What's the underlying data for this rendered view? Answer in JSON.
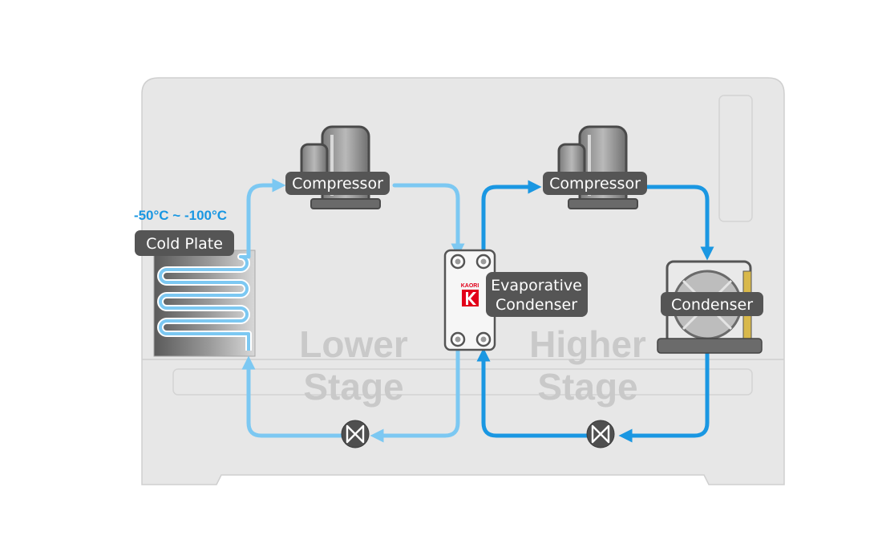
{
  "labels": {
    "compressor_low": "Compressor",
    "compressor_high": "Compressor",
    "cold_plate": "Cold Plate",
    "temperature": "-50°C ~ -100°C",
    "evap_line1": "Evaporative",
    "evap_line2": "Condenser",
    "condenser": "Condenser",
    "lower_stage_line1": "Lower",
    "lower_stage_line2": "Stage",
    "higher_stage_line1": "Higher",
    "higher_stage_line2": "Stage",
    "logo_text": "KAORI"
  },
  "colors": {
    "lower_loop": "#7cc8f2",
    "higher_loop": "#1a97e2",
    "temperature_text": "#1a97e2",
    "tag_bg": "#555555",
    "cabinet": "#e6e6e6",
    "stage_text": "#c9c9c9",
    "logo_red": "#e2001a"
  }
}
